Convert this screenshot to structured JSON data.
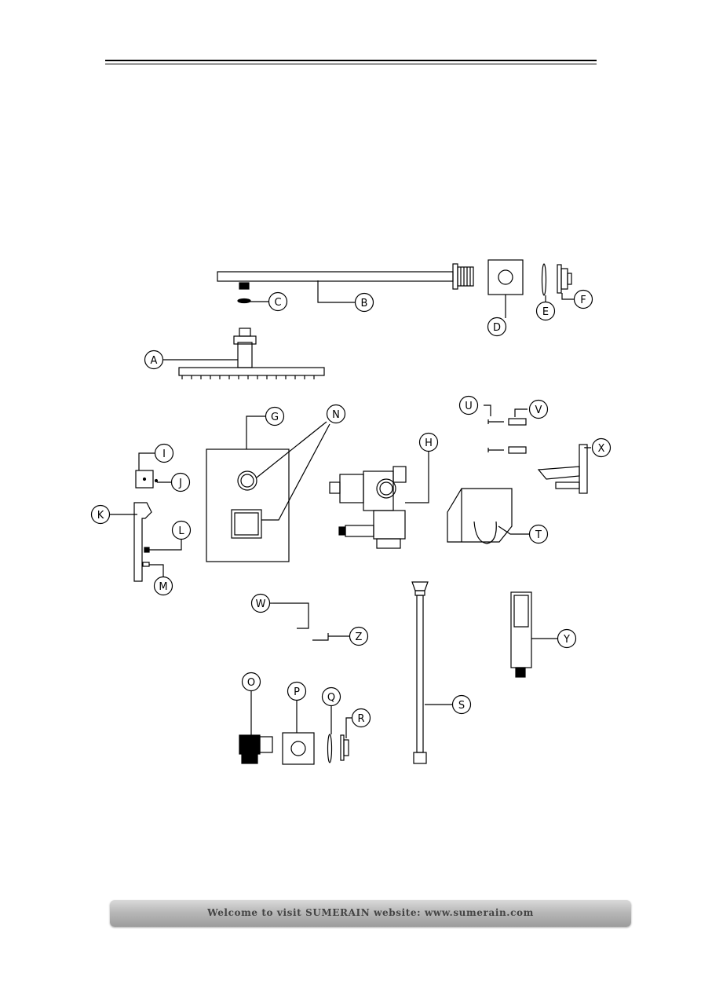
{
  "parts": [
    "A",
    "B",
    "C",
    "D",
    "E",
    "F",
    "G",
    "H",
    "I",
    "J",
    "K",
    "L",
    "M",
    "N",
    "O",
    "P",
    "Q",
    "R",
    "S",
    "T",
    "U",
    "V",
    "W",
    "X",
    "Y",
    "Z"
  ],
  "footer": {
    "text": "Welcome to visit SUMERAIN website: www.sumerain.com"
  }
}
